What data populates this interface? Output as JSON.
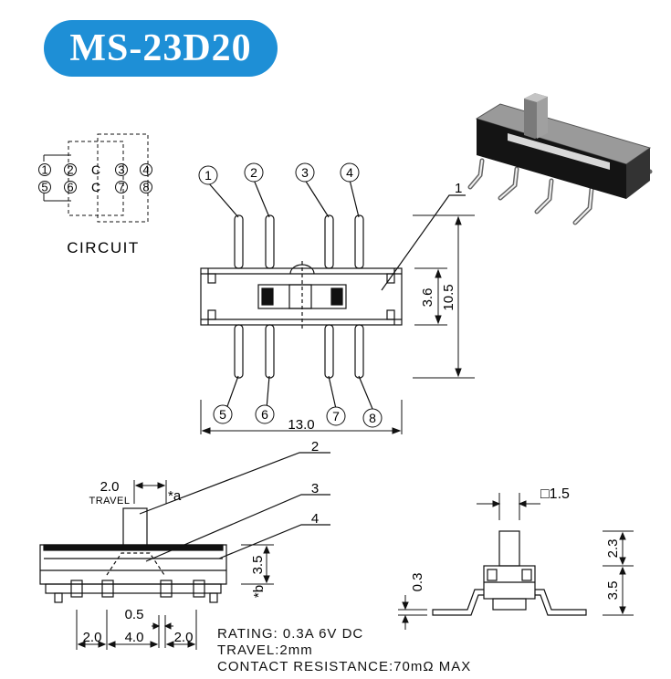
{
  "title": "MS-23D20",
  "circuit": {
    "label": "CIRCUIT",
    "row1": [
      "1",
      "2",
      "C",
      "3",
      "4"
    ],
    "row2": [
      "5",
      "6",
      "C",
      "7",
      "8"
    ]
  },
  "top_view": {
    "pins_top": [
      "1",
      "2",
      "3",
      "4"
    ],
    "pins_bottom": [
      "5",
      "6",
      "7",
      "8"
    ],
    "part_callout": "1",
    "dim_width": "13.0",
    "dim_inner_height": "3.6",
    "dim_outer_height": "10.5"
  },
  "side_view": {
    "callouts": [
      "2",
      "3",
      "4"
    ],
    "travel_dim": "2.0",
    "travel_label": "TRAVEL",
    "note_a": "*a",
    "body_height_dim": "3.5",
    "note_b": "*b",
    "pin_width_dim": "0.5",
    "bottom_dims": [
      "2.0",
      "4.0",
      "2.0"
    ]
  },
  "end_view": {
    "actuator_dim": "□1.5",
    "actuator_height_dim": "2.3",
    "body_height_dim": "3.5",
    "lead_thickness_dim": "0.3"
  },
  "specs": {
    "rating": "RATING: 0.3A 6V DC",
    "travel": "TRAVEL:2mm",
    "contact_resistance": "CONTACT RESISTANCE:70mΩ  MAX"
  }
}
